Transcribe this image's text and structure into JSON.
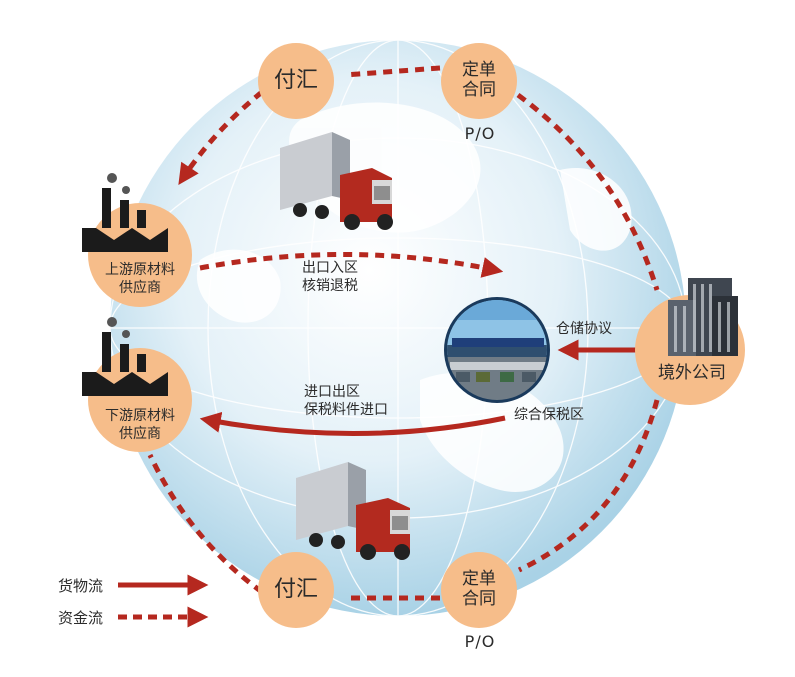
{
  "nodes": {
    "pay_top": "付汇",
    "contract_top": [
      "定单",
      "合同"
    ],
    "po_top": "P/O",
    "upstream": [
      "上游原材料",
      "供应商"
    ],
    "downstream": [
      "下游原材料",
      "供应商"
    ],
    "overseas": "境外公司",
    "pay_bottom": "付汇",
    "contract_bottom": [
      "定单",
      "合同"
    ],
    "po_bottom": "P/O"
  },
  "arrows": {
    "export_note": [
      "出口入区",
      "核销退税"
    ],
    "import_note": [
      "进口出区",
      "保税料件进口"
    ],
    "storage": "仓储协议",
    "zone": "综合保税区"
  },
  "legend": {
    "goods": "货物流",
    "funds": "资金流"
  },
  "colors": {
    "arrow": "#b5281f",
    "node": "#f6bd8a",
    "globe": "#cfe6f2"
  }
}
